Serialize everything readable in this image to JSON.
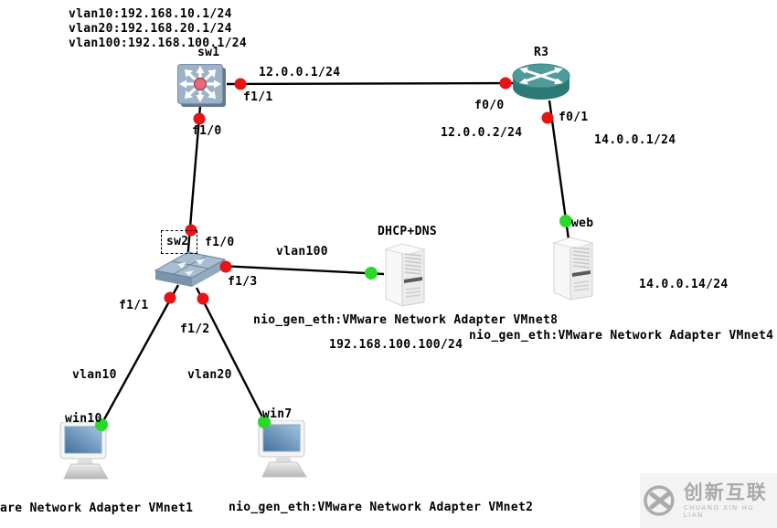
{
  "title_notes": {
    "line1": "vlan10:192.168.10.1/24",
    "line2": "vlan20:192.168.20.1/24",
    "line3": "vlan100:192.168.100.1/24"
  },
  "nodes": {
    "sw1": {
      "label": "sw1",
      "type": "ethernet-switch"
    },
    "r3": {
      "label": "R3",
      "type": "router"
    },
    "sw2": {
      "label": "sw2",
      "type": "multilayer-switch"
    },
    "dhcp": {
      "label": "DHCP+DNS",
      "type": "server"
    },
    "web": {
      "label": "web",
      "type": "server"
    },
    "win10": {
      "label": "win10",
      "type": "pc"
    },
    "win7": {
      "label": "win7",
      "type": "pc"
    }
  },
  "port_labels": {
    "sw1_f1_1": "f1/1",
    "sw1_f1_0": "f1/0",
    "r3_f0_0": "f0/0",
    "r3_f0_1": "f0/1",
    "sw2_f1_0": "f1/0",
    "sw2_f1_3": "f1/3",
    "sw2_f1_1": "f1/1",
    "sw2_f1_2": "f1/2"
  },
  "link_labels": {
    "net_12_0_0_1": "12.0.0.1/24",
    "ip_12_0_0_2": "12.0.0.2/24",
    "ip_14_0_0_1": "14.0.0.1/24",
    "ip_14_0_0_14": "14.0.0.14/24",
    "ip_192_168_100_100": "192.168.100.100/24",
    "vlan100": "vlan100",
    "vlan10": "vlan10",
    "vlan20": "vlan20"
  },
  "cloud_labels": {
    "vmnet1": "are Network Adapter VMnet1",
    "vmnet2": "nio_gen_eth:VMware Network Adapter VMnet2",
    "vmnet8": "nio_gen_eth:VMware Network Adapter VMnet8",
    "vmnet4": "nio_gen_eth:VMware Network Adapter VMnet4"
  },
  "watermark": {
    "cn": "创新互联",
    "en": "CHUANG XIN HU LIAN"
  },
  "colors": {
    "link_line": "#000000",
    "port_dot_red": "#e81414",
    "port_dot_green": "#2ad82a",
    "switch_icon": "#9db4c8",
    "router_icon": "#3f8c8c",
    "server_icon": "#ededed",
    "pc_screen": "#4b7fae"
  }
}
